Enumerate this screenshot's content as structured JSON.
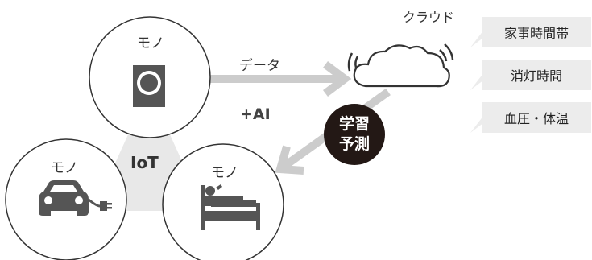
{
  "iot_cluster": {
    "center_label": "IoT",
    "node_top_label": "モノ",
    "node_left_label": "モノ",
    "node_right_label": "モノ",
    "icons": [
      "washing-machine-icon",
      "electric-car-icon",
      "bed-person-icon"
    ]
  },
  "flow": {
    "data_label": "データ",
    "ai_label": "+AI",
    "badge_line1": "学習",
    "badge_line2": "予測"
  },
  "cloud": {
    "label": "クラウド",
    "icon": "cloud-wifi-icon"
  },
  "data_tags": [
    "家事時間帯",
    "消灯時間",
    "血圧・体温"
  ],
  "colors": {
    "line": "#333333",
    "arrow": "#cccccc",
    "center_fill": "#e8e8e8",
    "tag_fill": "#ececec",
    "badge_fill": "#231815"
  }
}
